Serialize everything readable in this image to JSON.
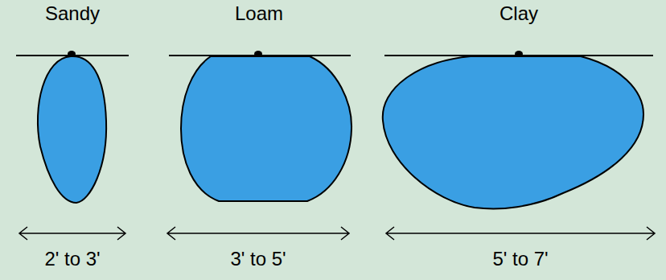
{
  "diagram": {
    "labels": [
      "Sandy",
      "Loam",
      "Clay",
      "2' to 3'",
      "3' to 5'",
      "5' to 7'"
    ]
  }
}
